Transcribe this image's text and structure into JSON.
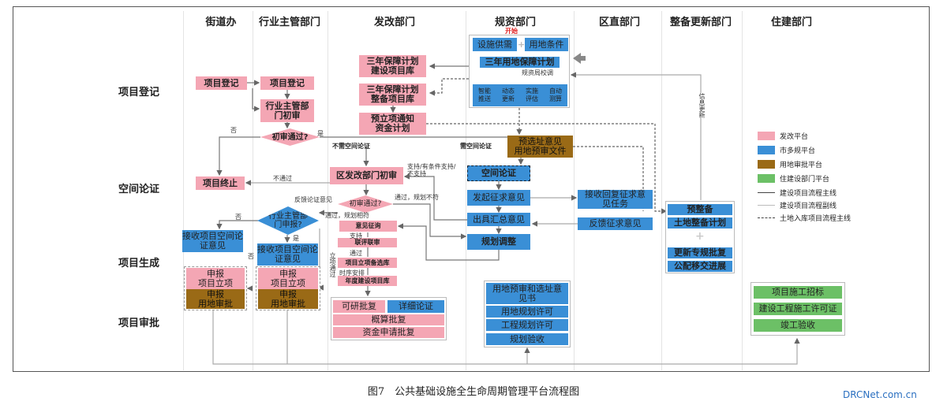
{
  "columns": [
    "街道办",
    "行业主管部门",
    "发改部门",
    "规资部门",
    "区直部门",
    "整备更新部门",
    "住建部门"
  ],
  "rows": [
    "项目登记",
    "空间论证",
    "项目生成",
    "项目审批"
  ],
  "start_label": "开始",
  "street": {
    "register": "项目登记",
    "terminate": "项目终止",
    "receive": "接收项目空间论证意见",
    "apply_project": "申报\n项目立项",
    "apply_land": "申报\n用地审批"
  },
  "industry": {
    "register": "项目登记",
    "review": "行业主管部门初审",
    "pass_q": "初审通过?",
    "declare_q": "行业主管部门申报?",
    "receive": "接收项目空间论证意见",
    "apply_project": "申报\n项目立项",
    "apply_land": "申报\n用地审批"
  },
  "fagai": {
    "lib1": "三年保障计划\n建设项目库",
    "lib2": "三年保障计划\n整备项目库",
    "notice": "预立项通知\n资金计划",
    "review": "区发改部门初审",
    "pass_q": "初审通过?",
    "consult": "意见征询",
    "joint": "联评联审",
    "candidate": "项目立项备选库",
    "annual": "年度建设项目库",
    "feasibility": "可研批复",
    "detail": "详细论证",
    "budget": "概算批复",
    "fund": "资金申请批复"
  },
  "guizi": {
    "supply": "设施供需",
    "land": "用地条件",
    "plan": "三年用地保障计划",
    "calib": "规资局校调",
    "features": [
      "智能\n推送",
      "动态\n更新",
      "实施\n评估",
      "自动\n测算"
    ],
    "preselect": "预选址意见\n用地预审文件",
    "spatial": "空间论证",
    "solicit": "发起征求意见",
    "summary": "出具汇总意见",
    "adjust": "规划调整",
    "permits": [
      "用地预审和选址意见书",
      "用地规划许可",
      "工程规划许可",
      "规划验收"
    ]
  },
  "district": {
    "receive": "接收回复征求意见任务",
    "feedback": "反馈征求意见"
  },
  "renewal": {
    "items": [
      "预整备",
      "土地整备计划",
      "更新专规批复",
      "公配移交进展"
    ],
    "plus": "+",
    "info_update": "信息更新"
  },
  "housing": {
    "items": [
      "项目施工招标",
      "建设工程施工许可证",
      "竣工验收"
    ]
  },
  "labels": {
    "no": "否",
    "yes": "是",
    "no_spatial": "不需空间论证",
    "need_spatial": "需空间论证",
    "support": "支持/有条件支持/\n不支持",
    "not_pass": "不通过",
    "feedback": "反馈论证意见",
    "pass_mismatch": "通过，规划不符",
    "pass_match": "通过，规划相符",
    "support2": "支持",
    "pass": "通过",
    "schedule": "时序安排",
    "approved": "立项通过"
  },
  "legend": [
    {
      "label": "发改平台",
      "color": "#f4a6b4"
    },
    {
      "label": "市多规平台",
      "color": "#3a8fd6"
    },
    {
      "label": "用地审批平台",
      "color": "#9a6a16"
    },
    {
      "label": "住建设部门平台",
      "color": "#6cc066"
    }
  ],
  "legend_lines": [
    "建设项目流程主线",
    "建设项目流程副线",
    "土地入库项目流程主线"
  ],
  "caption": "图7　公共基础设施全生命周期管理平台流程图",
  "watermark": "DRCNet.com.cn"
}
